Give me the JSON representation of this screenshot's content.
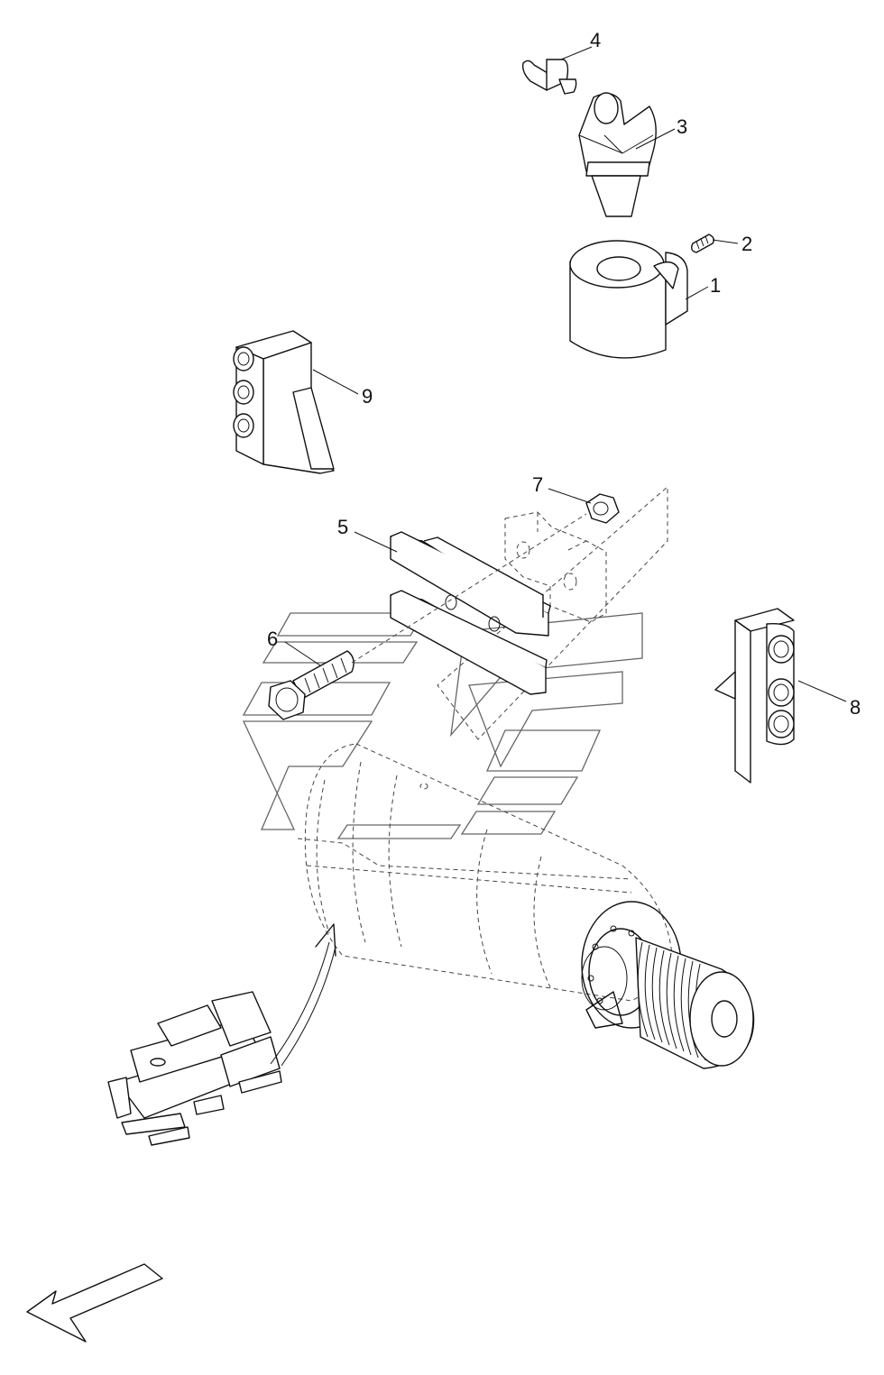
{
  "colors": {
    "line": "#111111",
    "background": "#ffffff",
    "watermark": "#666666"
  },
  "callouts": [
    {
      "id": "1",
      "label": "1"
    },
    {
      "id": "2",
      "label": "2"
    },
    {
      "id": "3",
      "label": "3"
    },
    {
      "id": "4",
      "label": "4"
    },
    {
      "id": "5",
      "label": "5"
    },
    {
      "id": "6",
      "label": "6"
    },
    {
      "id": "7",
      "label": "7"
    },
    {
      "id": "8",
      "label": "8"
    },
    {
      "id": "9",
      "label": "9"
    }
  ]
}
